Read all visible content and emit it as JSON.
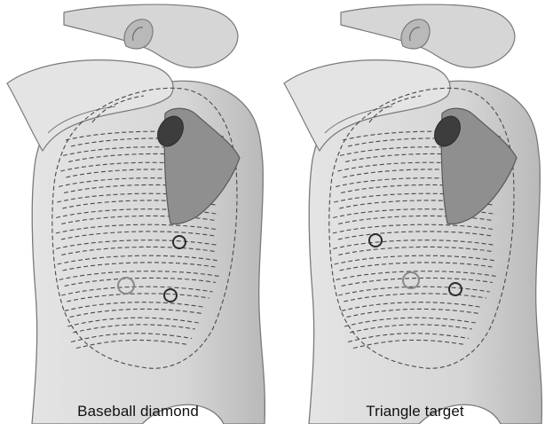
{
  "figure": {
    "panels": [
      {
        "caption": "Baseball diamond",
        "mode": "baseball"
      },
      {
        "caption": "Triangle target",
        "mode": "triangle"
      }
    ],
    "colors": {
      "skin": "#d6d6d6",
      "skin_light": "#e4e4e4",
      "skin_dark": "#b9b9b9",
      "outline": "#7a7a7a",
      "dash": "#4a4a4a",
      "scapula": "#8f8f8f",
      "ring_dark": "#2b2b2b",
      "ring_light": "#8a8a8a"
    },
    "icons": [
      "ear-icon",
      "shoulder-blade-icon",
      "target-ring-icon"
    ]
  }
}
